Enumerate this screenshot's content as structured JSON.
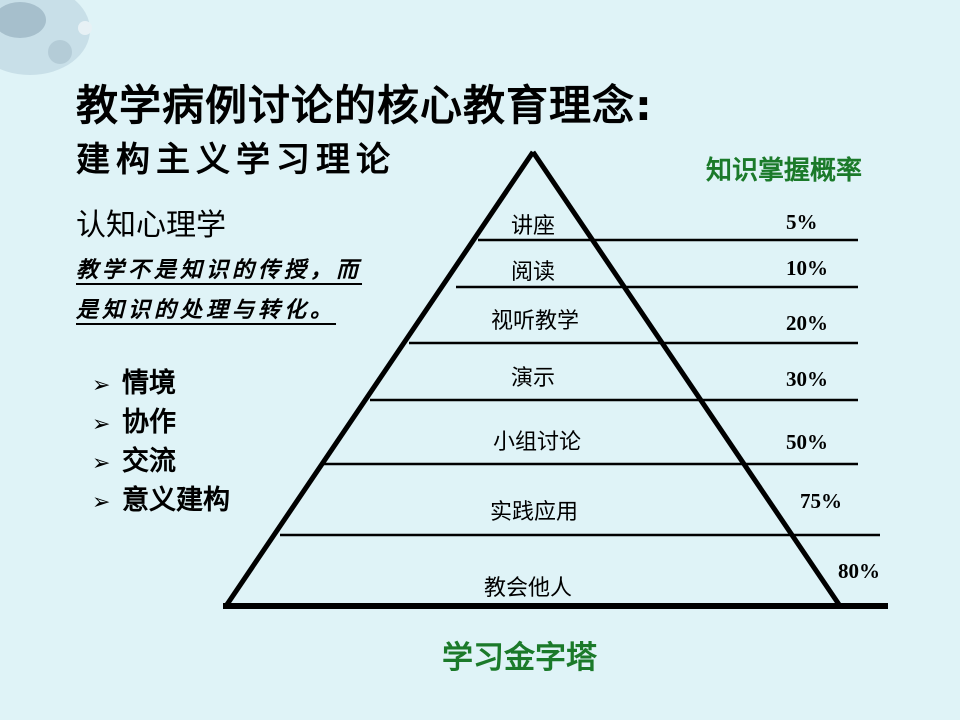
{
  "slide": {
    "title": "教学病例讨论的核心教育理念:",
    "subtitle": "建构主义学习理论",
    "left": {
      "heading": "认知心理学",
      "quote_line1": "教学不是知识的传授，而",
      "quote_line2": "是知识的处理与转化。",
      "bullets": [
        "情境",
        "协作",
        "交流",
        "意义建构"
      ]
    },
    "pyramid": {
      "column_title": "知识掌握概率",
      "caption": "学习金字塔",
      "levels": [
        {
          "label": "讲座",
          "percent": "5%"
        },
        {
          "label": "阅读",
          "percent": "10%"
        },
        {
          "label": "视听教学",
          "percent": "20%"
        },
        {
          "label": "演示",
          "percent": "30%"
        },
        {
          "label": "小组讨论",
          "percent": "50%"
        },
        {
          "label": "实践应用",
          "percent": "75%"
        },
        {
          "label": "教会他人",
          "percent": "80%"
        }
      ]
    },
    "colors": {
      "background": "#dff3f7",
      "accent_green": "#1b7a2a"
    },
    "icons": {
      "bullet": "arrow-bullet-icon",
      "decor": "corner-decoration-icon"
    }
  }
}
